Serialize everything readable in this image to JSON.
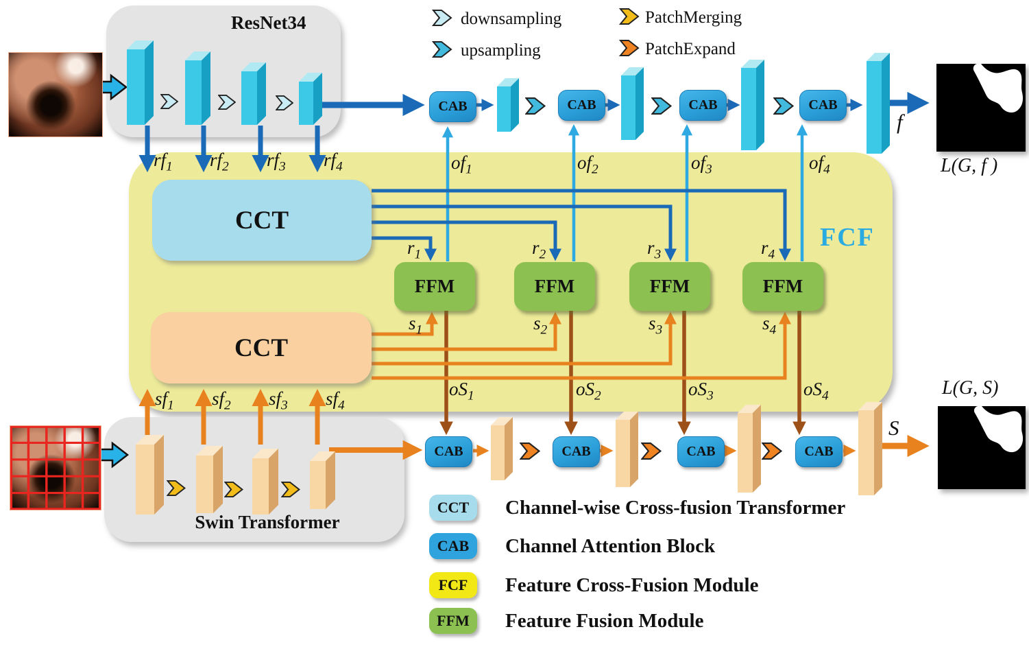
{
  "encoders": {
    "resnet_title": "ResNet34",
    "swin_title": "Swin Transformer"
  },
  "legend_top": [
    {
      "icon": "downsampling-chevron",
      "label": "downsampling",
      "color": "#c9ecf4"
    },
    {
      "icon": "upsampling-chevron",
      "label": "upsampling",
      "color": "#41bade"
    },
    {
      "icon": "patch-merging-chevron",
      "label": "PatchMerging",
      "color": "#f2bc1b"
    },
    {
      "icon": "patch-expand-chevron",
      "label": "PatchExpand",
      "color": "#ef8322"
    }
  ],
  "legend_bottom": [
    {
      "abbr": "CCT",
      "desc": "Channel-wise Cross-fusion Transformer",
      "color": "#a7dcec"
    },
    {
      "abbr": "CAB",
      "desc": "Channel Attention Block",
      "color": "#2ea3de"
    },
    {
      "abbr": "FCF",
      "desc": "Feature Cross-Fusion Module",
      "color": "#f2e816"
    },
    {
      "abbr": "FFM",
      "desc": "Feature Fusion Module",
      "color": "#8cc152"
    }
  ],
  "modules": {
    "cct": "CCT",
    "cab": "CAB",
    "ffm": "FFM",
    "fcf": "FCF"
  },
  "flows": {
    "rf": [
      {
        "base": "rf",
        "sub": "1"
      },
      {
        "base": "rf",
        "sub": "2"
      },
      {
        "base": "rf",
        "sub": "3"
      },
      {
        "base": "rf",
        "sub": "4"
      }
    ],
    "sf": [
      {
        "base": "sf",
        "sub": "1"
      },
      {
        "base": "sf",
        "sub": "2"
      },
      {
        "base": "sf",
        "sub": "3"
      },
      {
        "base": "sf",
        "sub": "4"
      }
    ],
    "of": [
      {
        "base": "of",
        "sub": "1"
      },
      {
        "base": "of",
        "sub": "2"
      },
      {
        "base": "of",
        "sub": "3"
      },
      {
        "base": "of",
        "sub": "4"
      }
    ],
    "oS": [
      {
        "base": "oS",
        "sub": "1"
      },
      {
        "base": "oS",
        "sub": "2"
      },
      {
        "base": "oS",
        "sub": "3"
      },
      {
        "base": "oS",
        "sub": "4"
      }
    ],
    "r": [
      {
        "base": "r",
        "sub": "1"
      },
      {
        "base": "r",
        "sub": "2"
      },
      {
        "base": "r",
        "sub": "3"
      },
      {
        "base": "r",
        "sub": "4"
      }
    ],
    "s": [
      {
        "base": "s",
        "sub": "1"
      },
      {
        "base": "s",
        "sub": "2"
      },
      {
        "base": "s",
        "sub": "3"
      },
      {
        "base": "s",
        "sub": "4"
      }
    ],
    "f": "f",
    "S": "S"
  },
  "losses": {
    "top": "L(G, f )",
    "bottom": "L(G, S)"
  },
  "colors": {
    "dark_blue_arrow": "#1a6ab8",
    "light_blue_arrow": "#2fa9e1",
    "orange_arrow": "#e8821f",
    "brown_arrow": "#9e5019",
    "fcf_fill": "#edea99",
    "fcf_text": "#29abe2",
    "cct_blue": "#a7dcec",
    "cct_orange": "#fbd0a0",
    "ffm_green": "#8cc152",
    "cab_blue": "#2b9fd9",
    "cyan_slab": "#3cc9e8",
    "tan_slab": "#f8d7a5"
  }
}
